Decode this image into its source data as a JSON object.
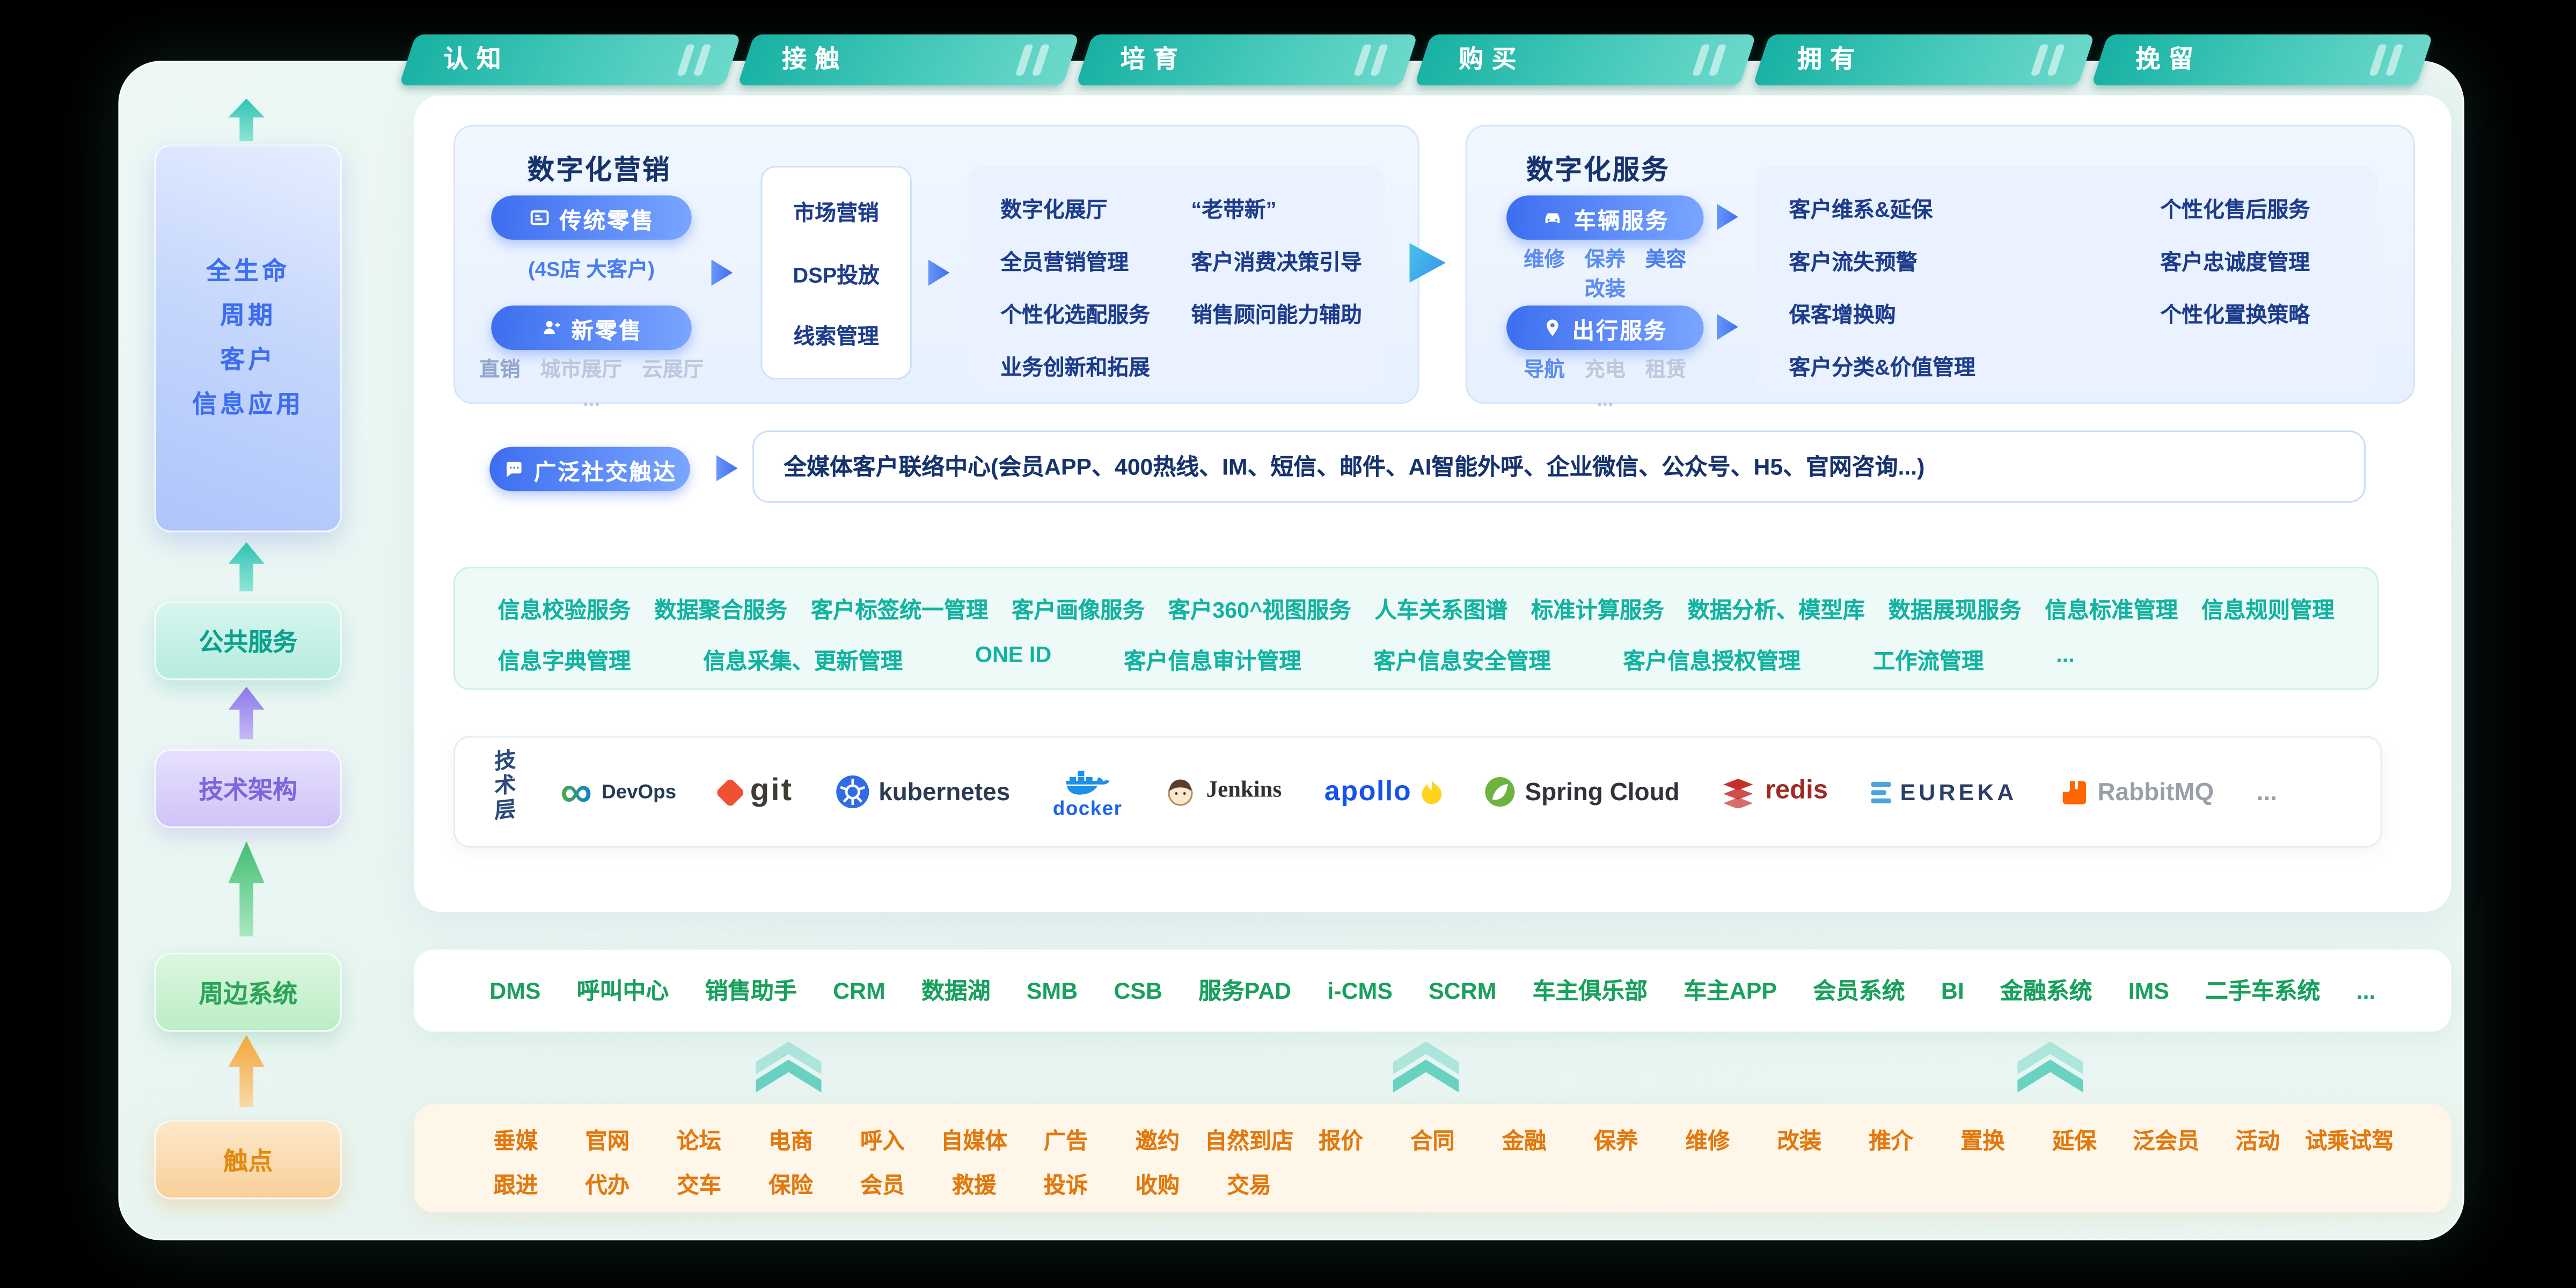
{
  "stages": [
    "认知",
    "接触",
    "培育",
    "购买",
    "拥有",
    "挽留"
  ],
  "sidebar": {
    "lifecycle": "全生命\n周期\n客户\n信息应用",
    "public": "公共服务",
    "tech": "技术架构",
    "peripheral": "周边系统",
    "touch": "触点"
  },
  "marketing": {
    "title": "数字化营销",
    "traditional": {
      "label": "传统零售",
      "sub": "(4S店 大客户)"
    },
    "new_retail": {
      "label": "新零售",
      "subs": [
        "直销",
        "城市展厅",
        "云展厅",
        "..."
      ]
    },
    "middle": [
      "市场营销",
      "DSP投放",
      "线索管理"
    ],
    "right_col1": [
      "数字化展厅",
      "全员营销管理",
      "个性化选配服务",
      "业务创新和拓展"
    ],
    "right_col2": [
      "“老带新”",
      "客户消费决策引导",
      "销售顾问能力辅助"
    ]
  },
  "service": {
    "title": "数字化服务",
    "vehicle": {
      "label": "车辆服务",
      "subs": [
        "维修",
        "保养",
        "美容",
        "改装"
      ]
    },
    "mobility": {
      "label": "出行服务",
      "subs": [
        "导航",
        "充电",
        "租赁",
        "..."
      ]
    },
    "right_col1": [
      "客户维系&延保",
      "客户流失预警",
      "保客增换购",
      "客户分类&价值管理"
    ],
    "right_col2": [
      "个性化售后服务",
      "客户忠诚度管理",
      "个性化置换策略"
    ]
  },
  "social": {
    "button": "广泛社交触达",
    "text": "全媒体客户联络中心(会员APP、400热线、IM、短信、邮件、AI智能外呼、企业微信、公众号、H5、官网咨询...)"
  },
  "public_services": {
    "row1": [
      "信息校验服务",
      "数据聚合服务",
      "客户标签统一管理",
      "客户画像服务",
      "客户360^视图服务",
      "人车关系图谱",
      "标准计算服务",
      "数据分析、模型库",
      "数据展现服务",
      "信息标准管理",
      "信息规则管理"
    ],
    "row2": [
      "信息字典管理",
      "信息采集、更新管理",
      "ONE ID",
      "客户信息审计管理",
      "客户信息安全管理",
      "客户信息授权管理",
      "工作流管理",
      "..."
    ]
  },
  "tech_layer": {
    "label": "技术层",
    "logos": [
      "DevOps",
      "git",
      "kubernetes",
      "docker",
      "Jenkins",
      "apollo",
      "Spring Cloud",
      "redis",
      "EUREKA",
      "RabbitMQ"
    ],
    "more": "..."
  },
  "peripheral_systems": [
    "DMS",
    "呼叫中心",
    "销售助手",
    "CRM",
    "数据湖",
    "SMB",
    "CSB",
    "服务PAD",
    "i-CMS",
    "SCRM",
    "车主俱乐部",
    "车主APP",
    "会员系统",
    "BI",
    "金融系统",
    "IMS",
    "二手车系统",
    "..."
  ],
  "touchpoints": {
    "row1": [
      "垂媒",
      "官网",
      "论坛",
      "电商",
      "呼入",
      "自媒体",
      "广告",
      "邀约",
      "自然到店",
      "报价",
      "合同",
      "金融",
      "保养",
      "维修",
      "改装",
      "推介",
      "置换",
      "延保",
      "泛会员",
      "活动",
      "试乘试驾"
    ],
    "row2": [
      "跟进",
      "代办",
      "交车",
      "保险",
      "会员",
      "救援",
      "投诉",
      "收购",
      "交易"
    ]
  },
  "colors": {
    "stage_teal": "#2fc3b0",
    "primary_blue": "#3d6ef0",
    "dark_blue_text": "#1e3c8c",
    "service_teal": "#12b3a0",
    "system_green": "#18a05c",
    "touch_orange": "#e2790f",
    "tech_purple": "#7b66dd"
  }
}
